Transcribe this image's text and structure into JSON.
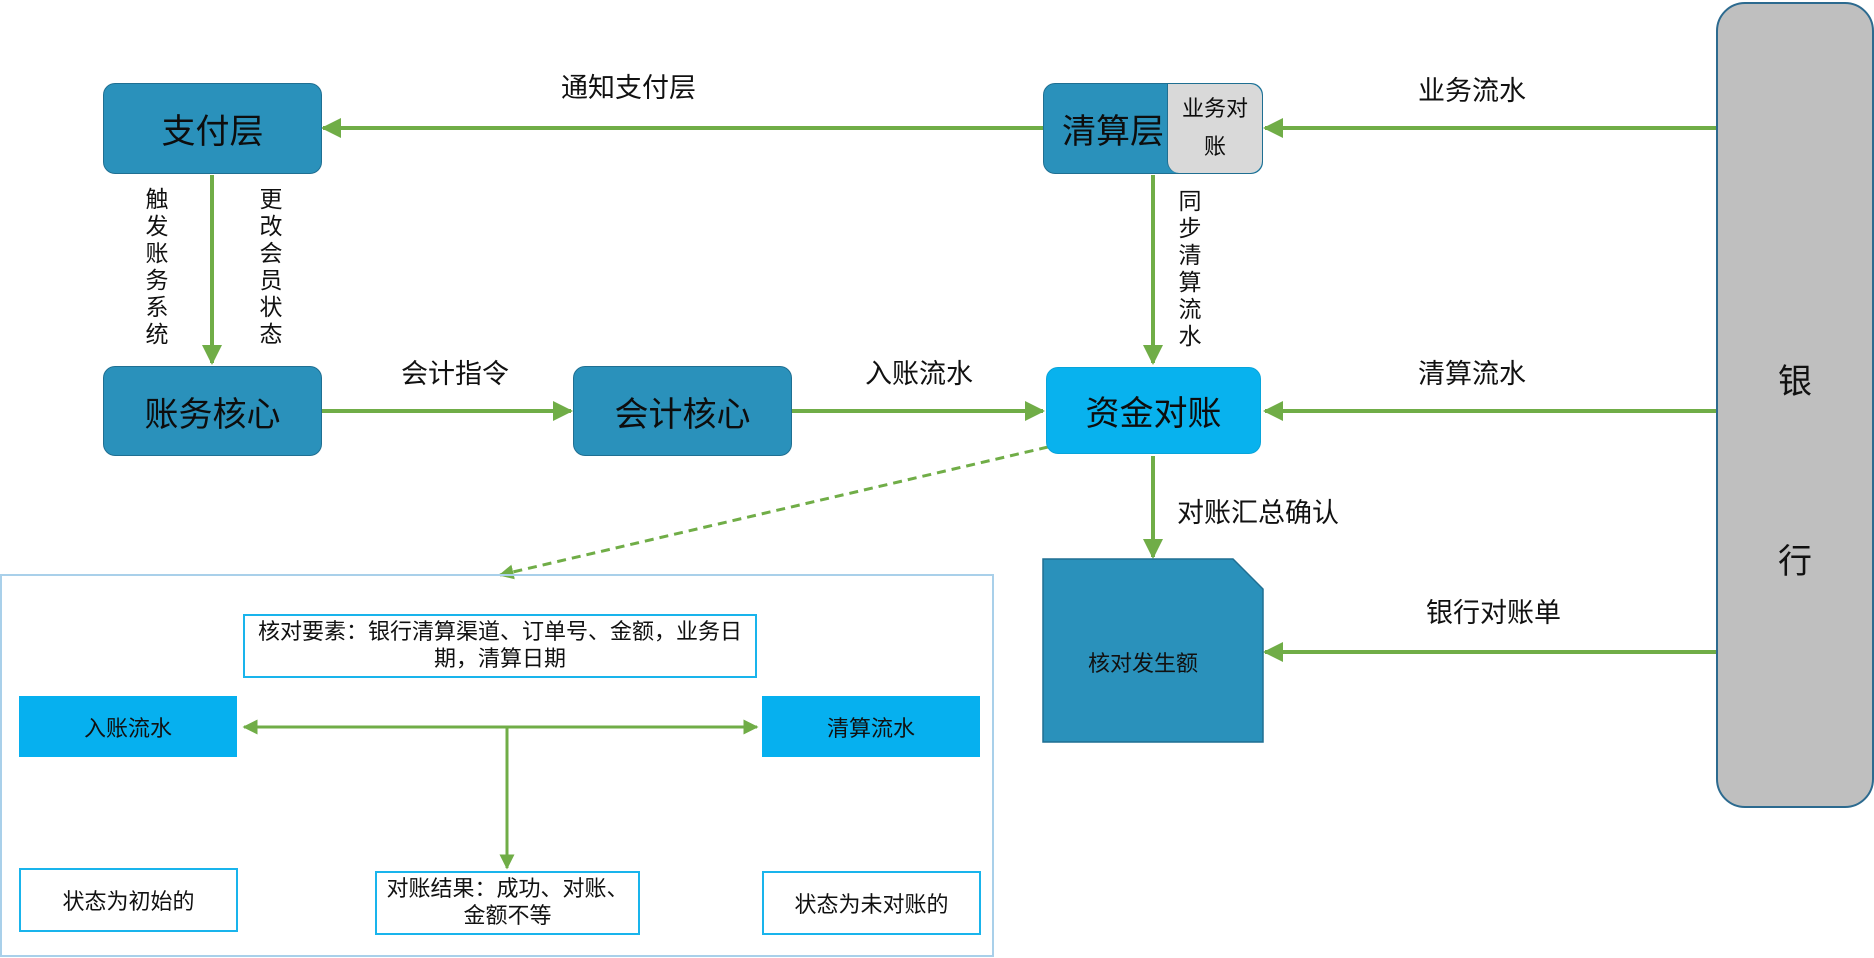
{
  "colors": {
    "node_fill": "#2a91bb",
    "node_highlight_fill": "#08b2ee",
    "arrow": "#70ad47",
    "panel_border": "#a9d0ea",
    "box_border": "#19b4ec",
    "bank_fill": "#bfbfbf",
    "subbox_fill": "#d9d9d9"
  },
  "nodes": {
    "payment_layer": "支付层",
    "clearing_layer": "清算层",
    "business_reconciliation": "业务对账",
    "accounting_core": "账务核心",
    "bookkeeping_core": "会计核心",
    "fund_reconciliation": "资金对账",
    "verify_amount": "核对发生额",
    "bank": "银行"
  },
  "edges": {
    "notify_payment_layer": "通知支付层",
    "business_flow": "业务流水",
    "trigger_accounting_system": "触发账务系统",
    "change_member_status": "更改会员状态",
    "sync_clearing_flow": "同步清算流水",
    "accounting_instruction": "会计指令",
    "posting_flow": "入账流水",
    "clearing_flow": "清算流水",
    "reconciliation_summary_confirm": "对账汇总确认",
    "bank_statement": "银行对账单"
  },
  "detail": {
    "check_elements": "核对要素：银行清算渠道、订单号、金额，业务日期，清算日期",
    "posting_flow": "入账流水",
    "clearing_flow": "清算流水",
    "status_initial": "状态为初始的",
    "reconciliation_result": "对账结果：成功、对账、金额不等",
    "status_unreconciled": "状态为未对账的"
  }
}
